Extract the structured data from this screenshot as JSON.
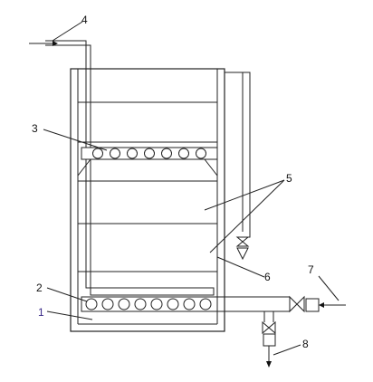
{
  "labels": {
    "l1": "1",
    "l2": "2",
    "l3": "3",
    "l4": "4",
    "l5": "5",
    "l6": "6",
    "l7": "7",
    "l8": "8"
  },
  "colors": {
    "line": "#222222",
    "label_1": "#3a2a88",
    "background": "#ffffff"
  }
}
